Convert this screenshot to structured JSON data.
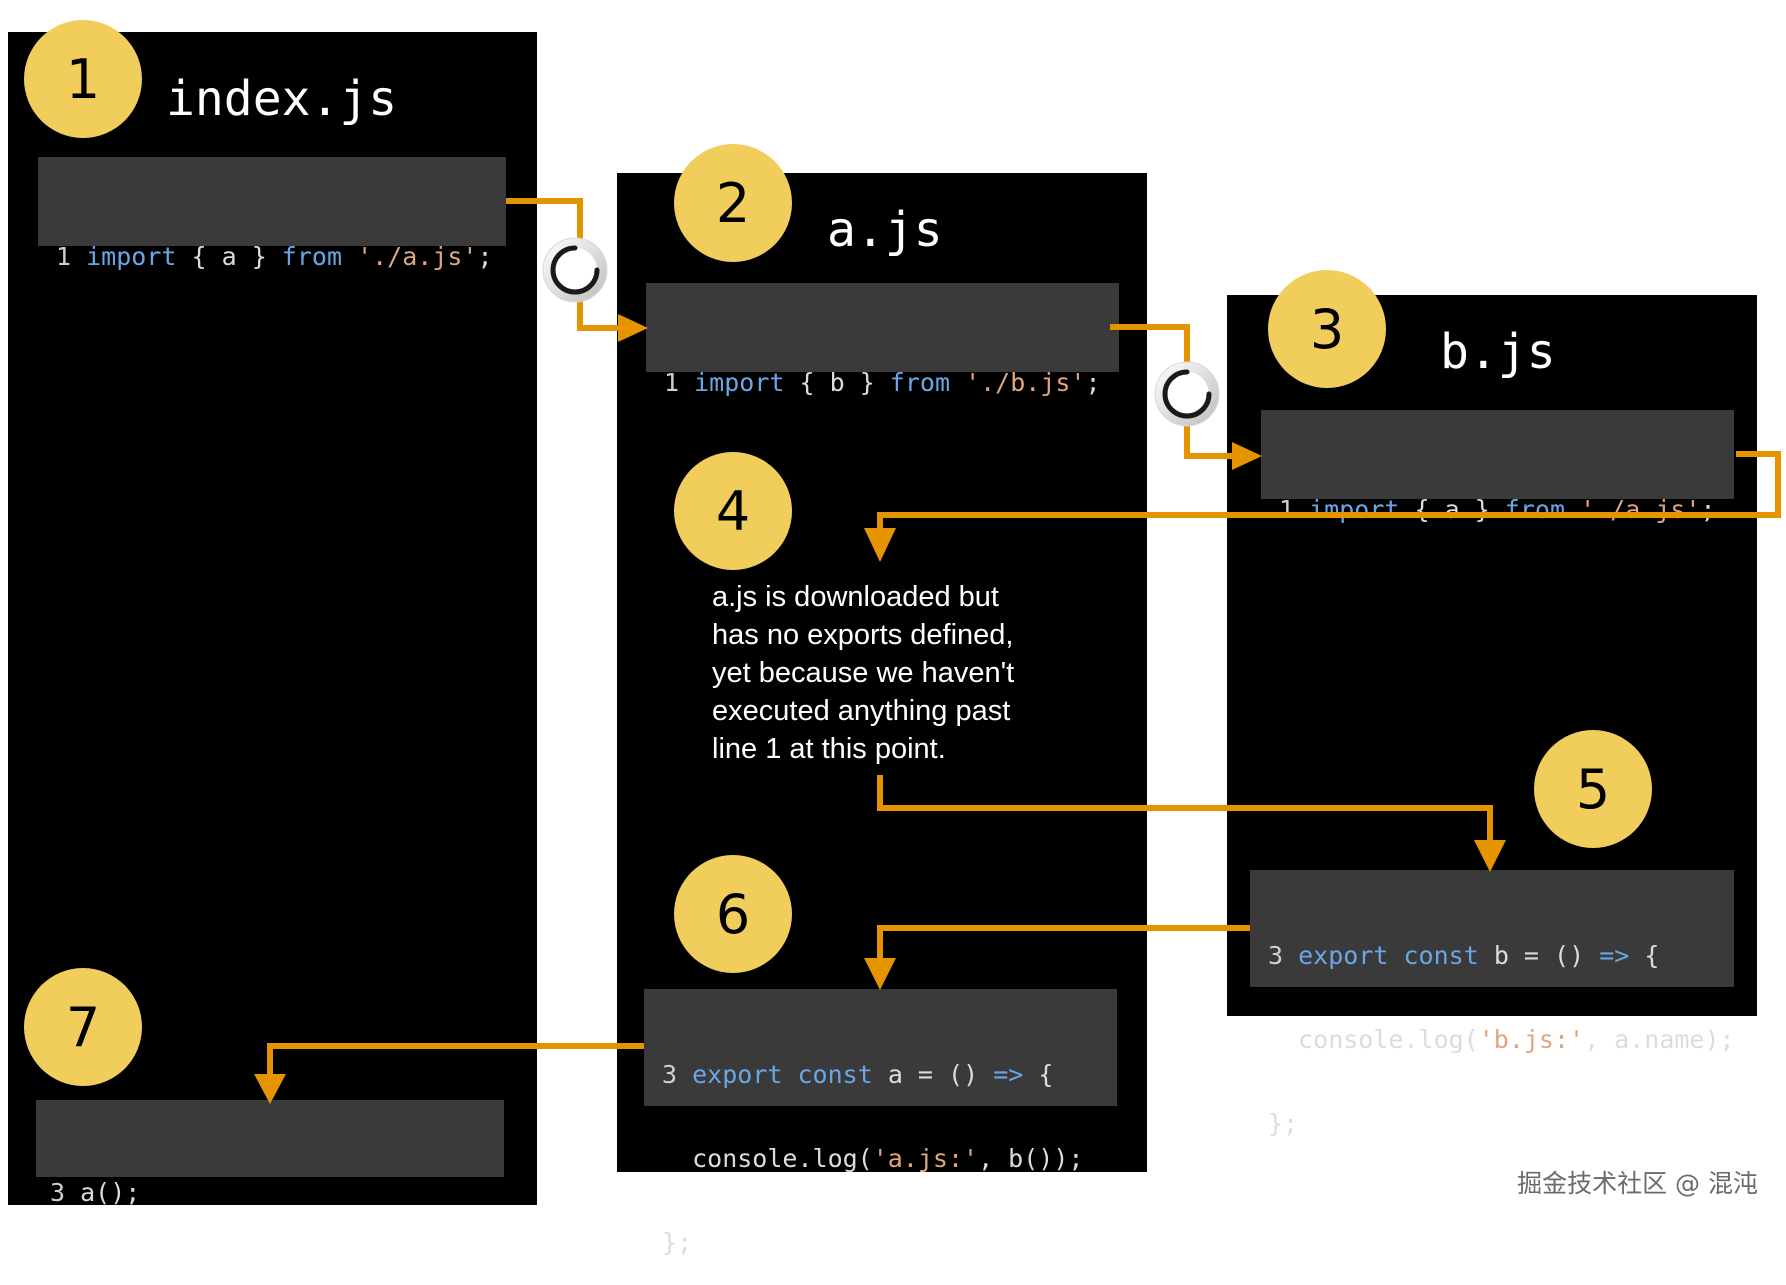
{
  "panels": {
    "index": {
      "title": "index.js"
    },
    "a": {
      "title": "a.js"
    },
    "b": {
      "title": "b.js"
    }
  },
  "steps": [
    "1",
    "2",
    "3",
    "4",
    "5",
    "6",
    "7"
  ],
  "code": {
    "index_import": {
      "line": "1",
      "kw1": "import",
      "mid": " { a } ",
      "kw2": "from",
      "str": "'./a.js'",
      "end": ";"
    },
    "a_import": {
      "line": "1",
      "kw1": "import",
      "mid": " { b } ",
      "kw2": "from",
      "str": "'./b.js'",
      "end": ";"
    },
    "b_import": {
      "line": "1",
      "kw1": "import",
      "mid": " { a } ",
      "kw2": "from",
      "str": "'./a.js'",
      "end": ";"
    },
    "b_export": {
      "line": "3",
      "kw1": "export",
      "kw2": "const",
      "decl": " b = () ",
      "arrow": "=>",
      "open": " {",
      "call_pre": "  console.log(",
      "call_str": "'b.js:'",
      "call_post": ", a.name);",
      "close": "};"
    },
    "a_export": {
      "line": "3",
      "kw1": "export",
      "kw2": "const",
      "decl": " a = () ",
      "arrow": "=>",
      "open": " {",
      "call_pre": "  console.log(",
      "call_str": "'a.js:'",
      "call_post": ", b());",
      "close": "};"
    },
    "index_call": {
      "line": "3",
      "text": " a();"
    }
  },
  "note": {
    "lines": [
      "a.js is downloaded but",
      "has no exports defined,",
      "yet because we haven't",
      "executed anything past",
      "line 1 at this point."
    ]
  },
  "colors": {
    "panel": "#000000",
    "code_bg": "#3a3a3a",
    "badge": "#f1cd5c",
    "arrow": "#e59400",
    "keyword": "#6aa6e6",
    "string": "#e1a57f"
  },
  "icons": {
    "loading": "spinner-icon"
  },
  "watermark": "掘金技术社区 @ 混沌"
}
